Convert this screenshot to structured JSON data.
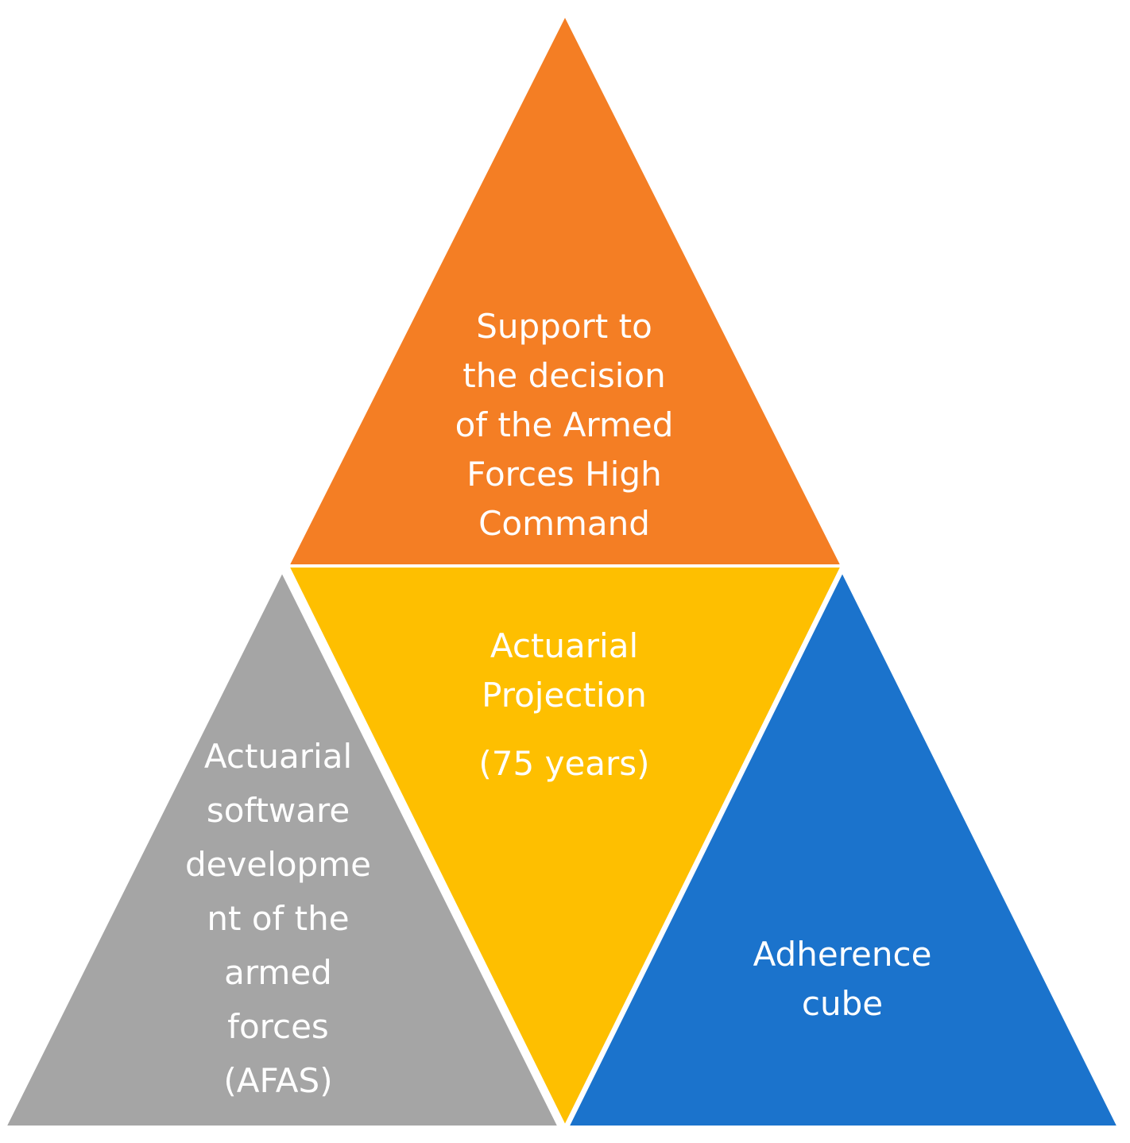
{
  "diagram": {
    "top": {
      "text": "Support to\nthe decision\nof the Armed\nForces High\nCommand",
      "color": "#F47E24"
    },
    "center": {
      "text": "Actuarial\nProjection",
      "subtext": "(75 years)",
      "color": "#FEBF00"
    },
    "left": {
      "text": "Actuarial\nsoftware\ndevelopme\nnt of the\narmed\nforces\n(AFAS)",
      "color": "#A5A5A5"
    },
    "right": {
      "text": "Adherence\ncube",
      "color": "#1B73CC"
    }
  }
}
